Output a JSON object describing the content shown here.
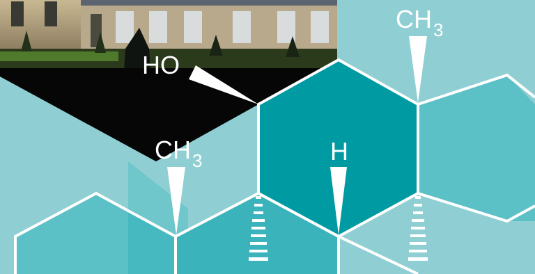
{
  "labels": {
    "ho": "HO",
    "methyl_left_main": "CH",
    "methyl_left_sub": "3",
    "methyl_right_main": "CH",
    "methyl_right_sub": "3",
    "hydrogen": "H"
  },
  "colors": {
    "background": "#8fcfd3",
    "teal_light": "#5cc0c7",
    "teal_mid": "#3bb3bb",
    "teal_dark": "#009aa3",
    "bond": "#ffffff",
    "photo_night": "#0b0c0c",
    "photo_facade": "#b9a98c",
    "photo_hedge": "#2c3a1c"
  },
  "icons": {
    "photo": "chateau-garden-photo",
    "molecule": "steroid-skeleton-icon"
  }
}
